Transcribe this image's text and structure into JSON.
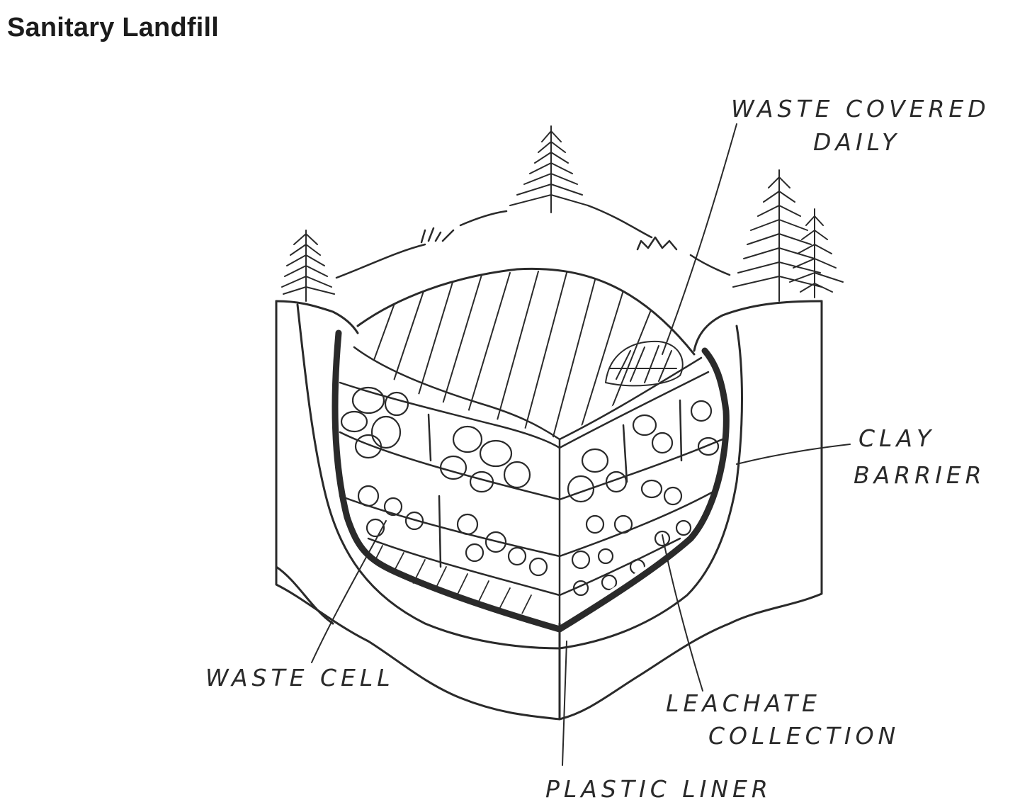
{
  "title": "Sanitary Landfill",
  "labels": {
    "waste_covered_line1": "WASTE COVERED",
    "waste_covered_line2": "DAILY",
    "clay_line1": "CLAY",
    "clay_line2": "BARRIER",
    "waste_cell": "WASTE CELL",
    "leachate_line1": "LEACHATE",
    "leachate_line2": "COLLECTION",
    "plastic_liner": "PLASTIC LINER"
  }
}
